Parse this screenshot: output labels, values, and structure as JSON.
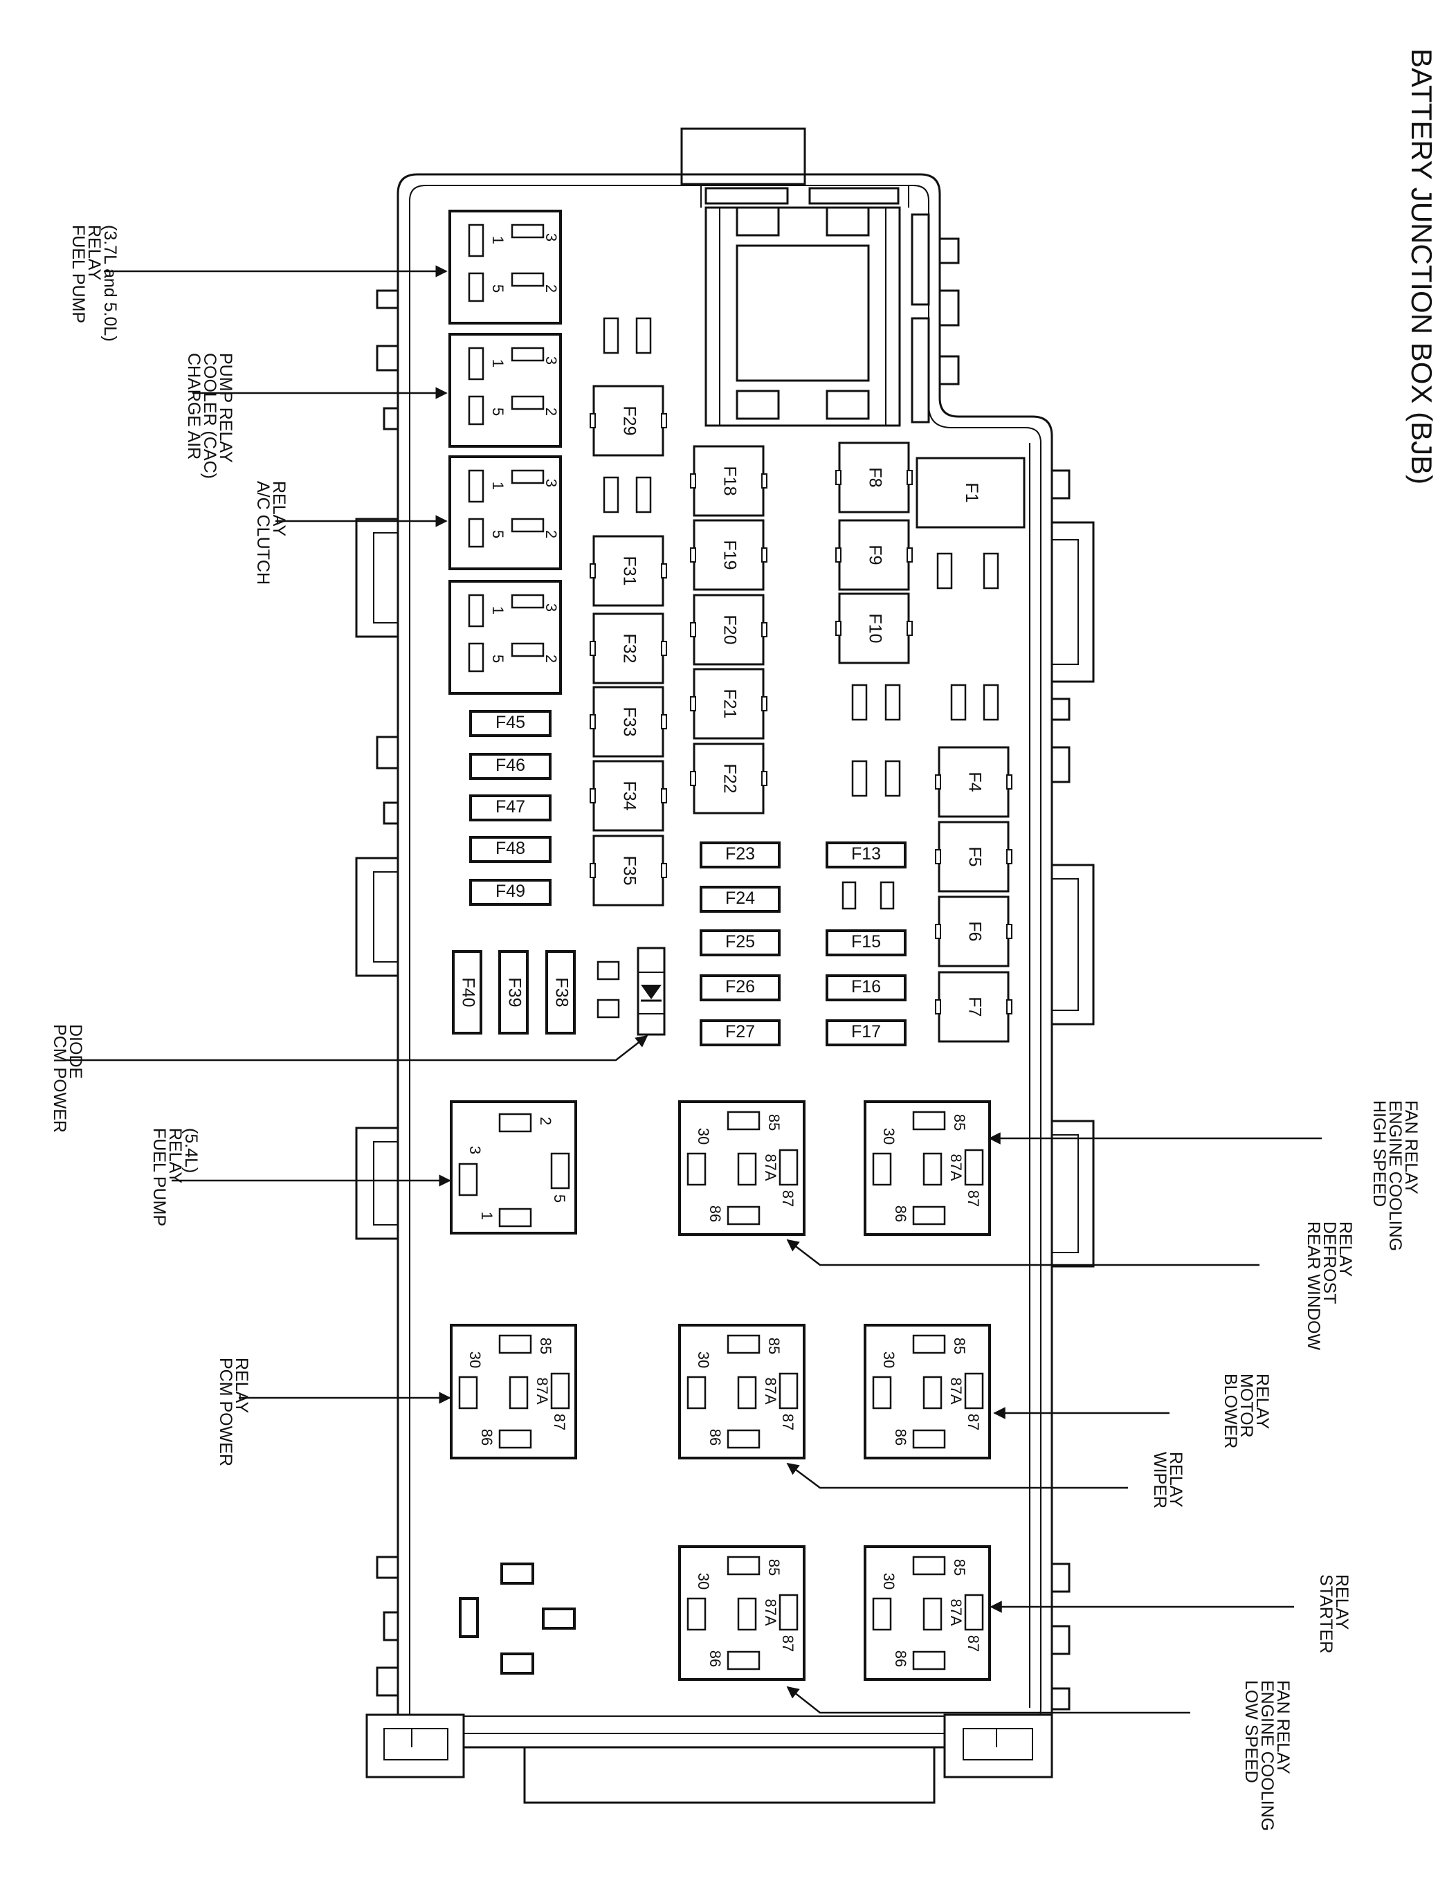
{
  "title": "BATTERY JUNCTION BOX (BJB)",
  "fuses": {
    "F1": "F1",
    "F4": "F4",
    "F5": "F5",
    "F6": "F6",
    "F7": "F7",
    "F8": "F8",
    "F9": "F9",
    "F10": "F10",
    "F13": "F13",
    "F15": "F15",
    "F16": "F16",
    "F17": "F17",
    "F18": "F18",
    "F19": "F19",
    "F20": "F20",
    "F21": "F21",
    "F22": "F22",
    "F23": "F23",
    "F24": "F24",
    "F25": "F25",
    "F26": "F26",
    "F27": "F27",
    "F29": "F29",
    "F31": "F31",
    "F32": "F32",
    "F33": "F33",
    "F34": "F34",
    "F35": "F35",
    "F38": "F38",
    "F39": "F39",
    "F40": "F40",
    "F45": "F45",
    "F46": "F46",
    "F47": "F47",
    "F48": "F48",
    "F49": "F49"
  },
  "pins": {
    "p1": "1",
    "p2": "2",
    "p3": "3",
    "p5": "5",
    "p30": "30",
    "p85": "85",
    "p86": "86",
    "p87": "87",
    "p87a": "87A"
  },
  "labels": {
    "fuel_pump_relay_37_50": [
      "FUEL PUMP",
      "RELAY",
      "(3.7L and 5.0L)"
    ],
    "cac_pump_relay": [
      "CHARGE AIR",
      "COOLER (CAC)",
      "PUMP RELAY"
    ],
    "ac_clutch_relay": [
      "A/C CLUTCH",
      "RELAY"
    ],
    "pcm_power_diode": [
      "PCM POWER",
      "DIODE"
    ],
    "fuel_pump_relay_54": [
      "FUEL PUMP",
      "RELAY",
      "(5.4L)"
    ],
    "pcm_power_relay": [
      "PCM POWER",
      "RELAY"
    ],
    "high_speed_fan_relay": [
      "HIGH SPEED",
      "ENGINE COOLING",
      "FAN RELAY"
    ],
    "rear_window_defrost_relay": [
      "REAR WINDOW",
      "DEFROST",
      "RELAY"
    ],
    "blower_motor_relay": [
      "BLOWER",
      "MOTOR",
      "RELAY"
    ],
    "wiper_relay": [
      "WIPER",
      "RELAY"
    ],
    "starter_relay": [
      "STARTER",
      "RELAY"
    ],
    "low_speed_fan_relay": [
      "LOW SPEED",
      "ENGINE COOLING",
      "FAN RELAY"
    ]
  }
}
